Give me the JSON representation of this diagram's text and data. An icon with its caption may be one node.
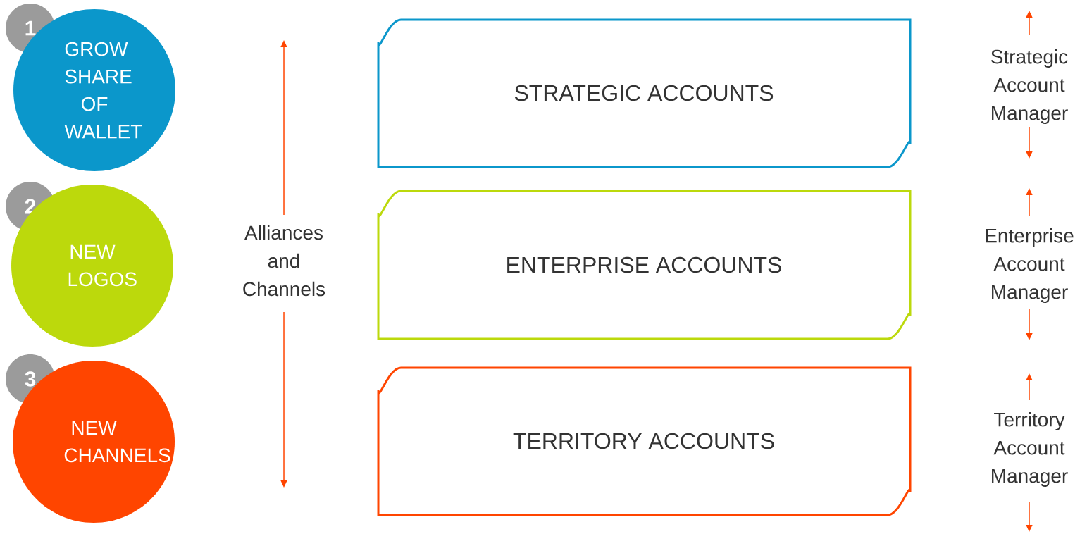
{
  "diagram": {
    "nodes": [
      {
        "text": [
          "1"
        ]
      },
      {
        "text": [
          "GROW SHARE OF WALLET"
        ]
      },
      {
        "text": [
          "2"
        ]
      },
      {
        "text": [
          "NEW LOGOS"
        ]
      },
      {
        "text": [
          "3"
        ]
      },
      {
        "text": [
          "NEW CHANNELS"
        ]
      },
      {
        "text": [
          "STRATEGIC ACCOUNTS"
        ]
      },
      {
        "text": [
          "ENTERPRISE ACCOUNTS"
        ]
      },
      {
        "text": [
          "TERRITORY ACCOUNTS"
        ]
      }
    ],
    "edges": [],
    "labels": [
      "Alliances and Channels",
      "Strategic Account Manager",
      "Enterprise Account Manager",
      "Territory Account Manager"
    ]
  }
}
